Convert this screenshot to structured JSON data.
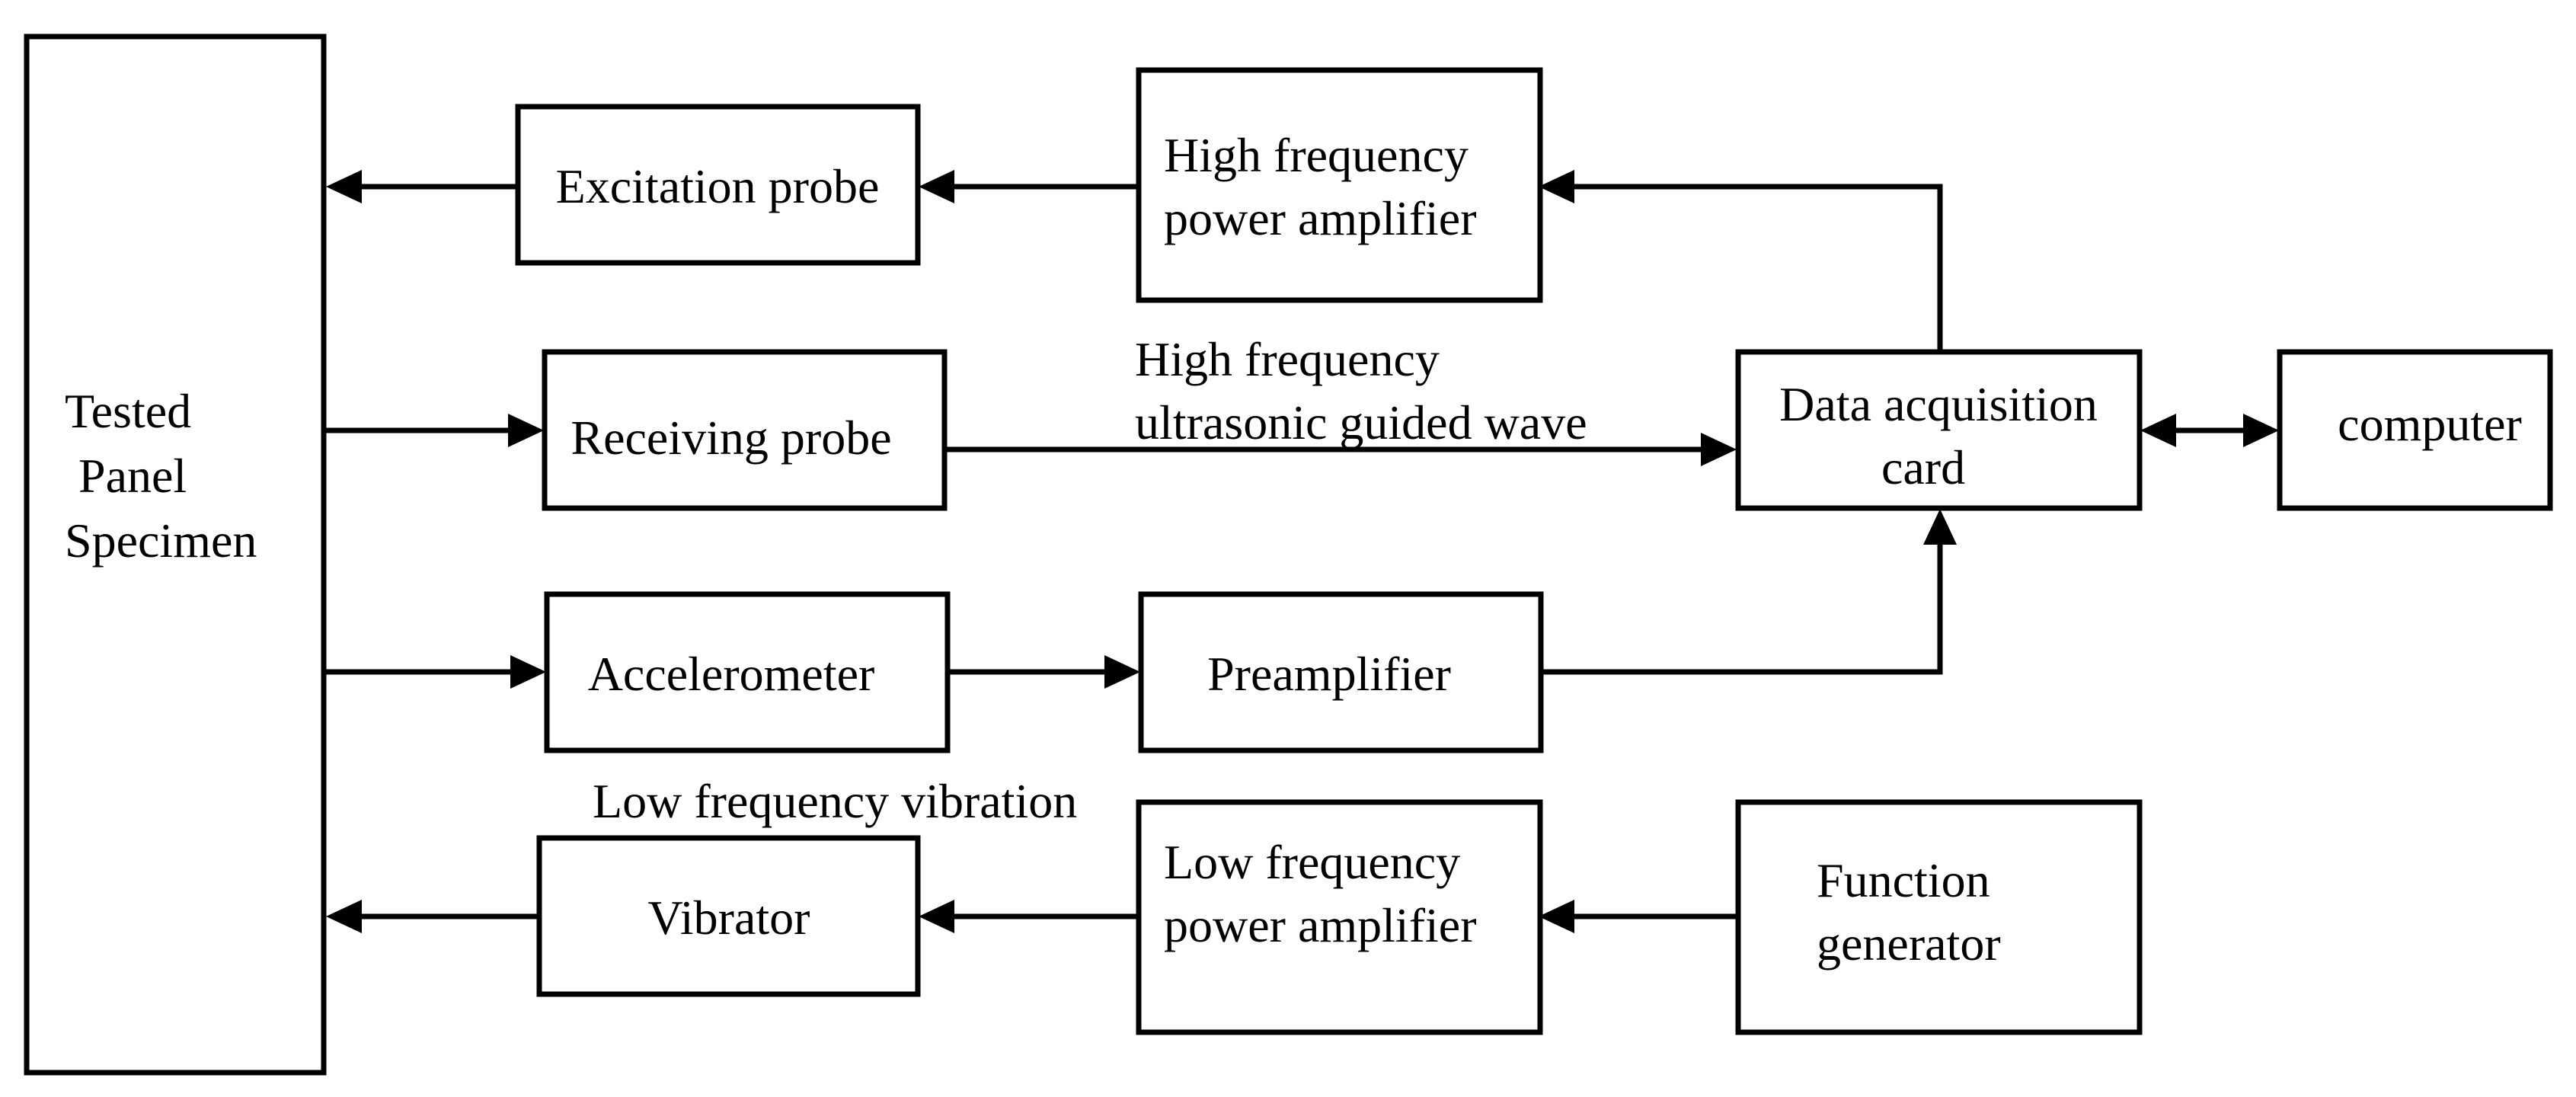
{
  "nodes": {
    "tested_panel": {
      "lines": [
        "Tested",
        "Panel",
        "Specimen"
      ]
    },
    "excitation_probe": {
      "lines": [
        "Excitation probe"
      ]
    },
    "hf_power_amp": {
      "lines": [
        "High frequency",
        "power amplifier"
      ]
    },
    "receiving_probe": {
      "lines": [
        "Receiving probe"
      ]
    },
    "daq_card": {
      "lines": [
        "Data acquisition",
        "card"
      ]
    },
    "computer": {
      "lines": [
        "computer"
      ]
    },
    "accelerometer": {
      "lines": [
        "Accelerometer"
      ]
    },
    "preamplifier": {
      "lines": [
        "Preamplifier"
      ]
    },
    "vibrator": {
      "lines": [
        "Vibrator"
      ]
    },
    "lf_power_amp": {
      "lines": [
        "Low frequency",
        "power amplifier"
      ]
    },
    "function_generator": {
      "lines": [
        "Function",
        "generator"
      ]
    }
  },
  "edge_labels": {
    "hf_wave": [
      "High frequency",
      "ultrasonic guided wave"
    ],
    "lf_vibration": [
      "Low frequency vibration"
    ]
  },
  "edges": [
    {
      "from": "excitation_probe",
      "to": "tested_panel"
    },
    {
      "from": "hf_power_amp",
      "to": "excitation_probe"
    },
    {
      "from": "daq_card",
      "to": "hf_power_amp"
    },
    {
      "from": "tested_panel",
      "to": "receiving_probe"
    },
    {
      "from": "receiving_probe",
      "to": "daq_card"
    },
    {
      "from": "daq_card",
      "to": "computer",
      "bidirectional": true
    },
    {
      "from": "tested_panel",
      "to": "accelerometer"
    },
    {
      "from": "accelerometer",
      "to": "preamplifier"
    },
    {
      "from": "preamplifier",
      "to": "daq_card"
    },
    {
      "from": "function_generator",
      "to": "lf_power_amp"
    },
    {
      "from": "lf_power_amp",
      "to": "vibrator"
    },
    {
      "from": "vibrator",
      "to": "tested_panel"
    }
  ]
}
